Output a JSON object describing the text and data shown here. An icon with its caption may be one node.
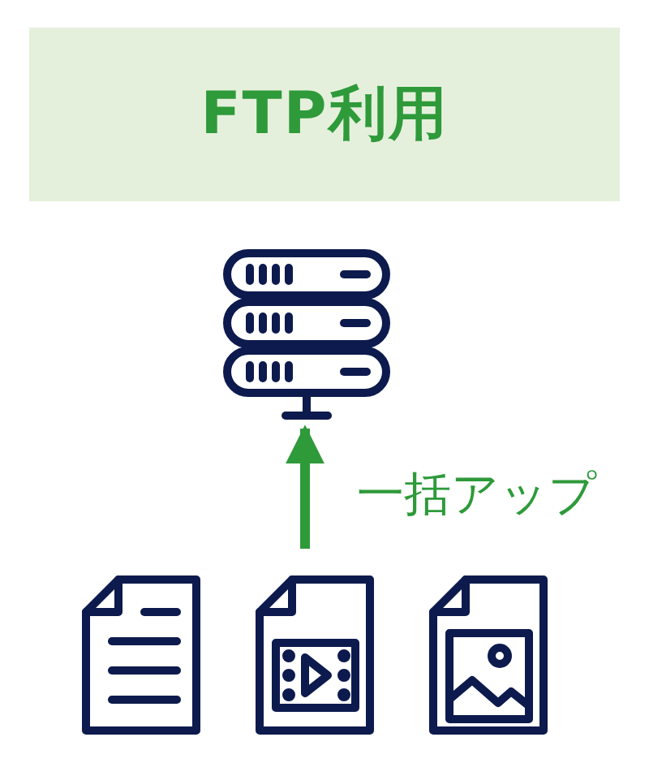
{
  "diagram": {
    "nodes": [
      {
        "text": [
          "FTP利用"
        ]
      },
      {
        "text": [],
        "shape": "picture"
      }
    ],
    "edges": [
      {
        "from": null,
        "to": 1,
        "arrow": "to",
        "label": "一括アップ"
      }
    ]
  }
}
